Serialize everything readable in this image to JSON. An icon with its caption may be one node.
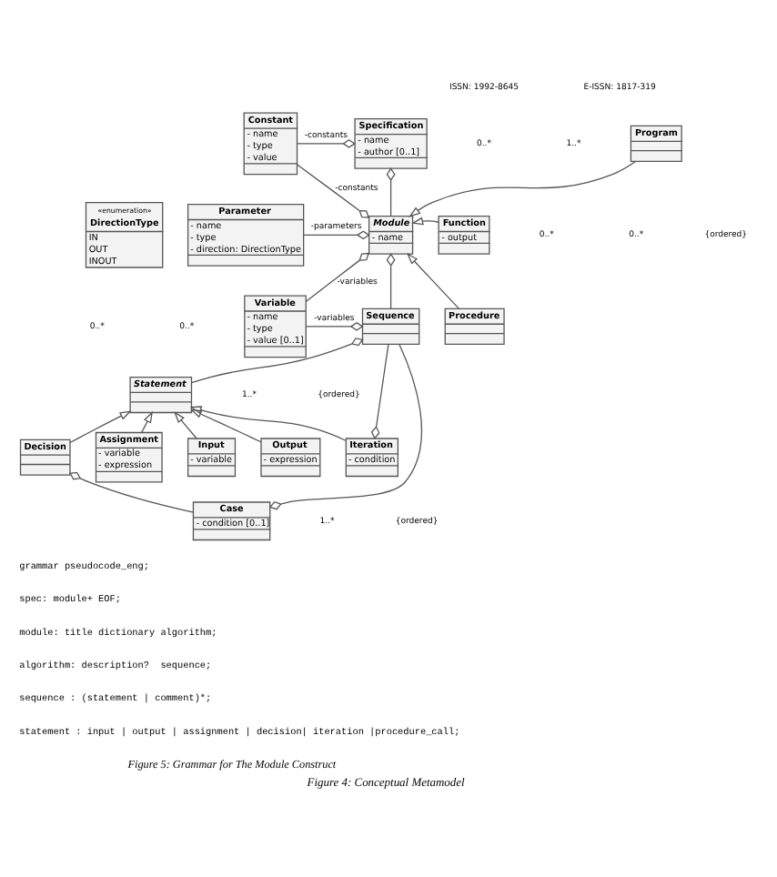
{
  "diagram": {
    "caption": "Figure 4: Conceptual Metamodel",
    "nodes": [
      {
        "text": [
          "Constant",
          "- name",
          "- type",
          "- value"
        ]
      },
      {
        "text": [
          "Specification",
          "- name",
          "- author [0..1]"
        ]
      },
      {
        "text": [
          "Program"
        ]
      },
      {
        "text": [
          "«enumeration»",
          "DirectionType",
          "IN",
          "OUT",
          "INOUT"
        ]
      },
      {
        "text": [
          "Parameter",
          "- name",
          "- type",
          "- direction: DirectionType"
        ]
      },
      {
        "text": [
          "Module",
          "- name"
        ]
      },
      {
        "text": [
          "Function",
          "- output"
        ]
      },
      {
        "text": [
          "Variable",
          "- name",
          "- type",
          "- value [0..1]"
        ]
      },
      {
        "text": [
          "Sequence"
        ]
      },
      {
        "text": [
          "Procedure"
        ]
      },
      {
        "text": [
          "Statement"
        ]
      },
      {
        "text": [
          "Decision"
        ]
      },
      {
        "text": [
          "Assignment",
          "- variable",
          "- expression"
        ]
      },
      {
        "text": [
          "Input",
          "- variable"
        ]
      },
      {
        "text": [
          "Output",
          "- expression"
        ]
      },
      {
        "text": [
          "Iteration",
          "- condition"
        ]
      },
      {
        "text": [
          "Case",
          "- condition [0..1]"
        ]
      }
    ],
    "edges": [
      {
        "from": 0,
        "to": 1,
        "arrow": "other",
        "label": "-constants"
      },
      {
        "from": 0,
        "to": 5,
        "arrow": "other",
        "label": "-constants"
      },
      {
        "from": 5,
        "to": 1,
        "arrow": "other"
      },
      {
        "from": 2,
        "to": 5,
        "arrow": "to"
      },
      {
        "from": 4,
        "to": 5,
        "arrow": "other",
        "label": "-parameters"
      },
      {
        "from": 6,
        "to": 5,
        "arrow": "to"
      },
      {
        "from": 7,
        "to": 5,
        "arrow": "other",
        "label": "-variables"
      },
      {
        "from": 7,
        "to": 8,
        "arrow": "other",
        "label": "-variables"
      },
      {
        "from": 8,
        "to": 5,
        "arrow": "other"
      },
      {
        "from": 9,
        "to": 5,
        "arrow": "to"
      },
      {
        "from": 10,
        "to": 8,
        "arrow": "other"
      },
      {
        "from": 8,
        "to": 16,
        "arrow": "other"
      },
      {
        "from": 8,
        "to": 15,
        "arrow": "other"
      },
      {
        "from": 11,
        "to": 10,
        "arrow": "to"
      },
      {
        "from": 12,
        "to": 10,
        "arrow": "to"
      },
      {
        "from": 13,
        "to": 10,
        "arrow": "to"
      },
      {
        "from": 14,
        "to": 10,
        "arrow": "to"
      },
      {
        "from": 15,
        "to": 10,
        "arrow": "to"
      },
      {
        "from": 16,
        "to": 11,
        "arrow": "other"
      }
    ],
    "labels": [
      "ISSN: 1992-8645",
      "E-ISSN: 1817-319",
      "0..*",
      "0..*",
      "1..*",
      "0..*",
      "{ordered}",
      "0..*",
      "0..*",
      "1..*",
      "{ordered}",
      "1..*",
      "{ordered}",
      "grammar pseudocode_eng;",
      "spec: module+ EOF;",
      "module: title dictionary algorithm;",
      "algorithm: description?  sequence;",
      "sequence : (statement | comment)*;",
      "statement : input | output | assignment | decision| iteration |procedure_call;",
      "Figure 5: Grammar for The Module Construct"
    ]
  }
}
